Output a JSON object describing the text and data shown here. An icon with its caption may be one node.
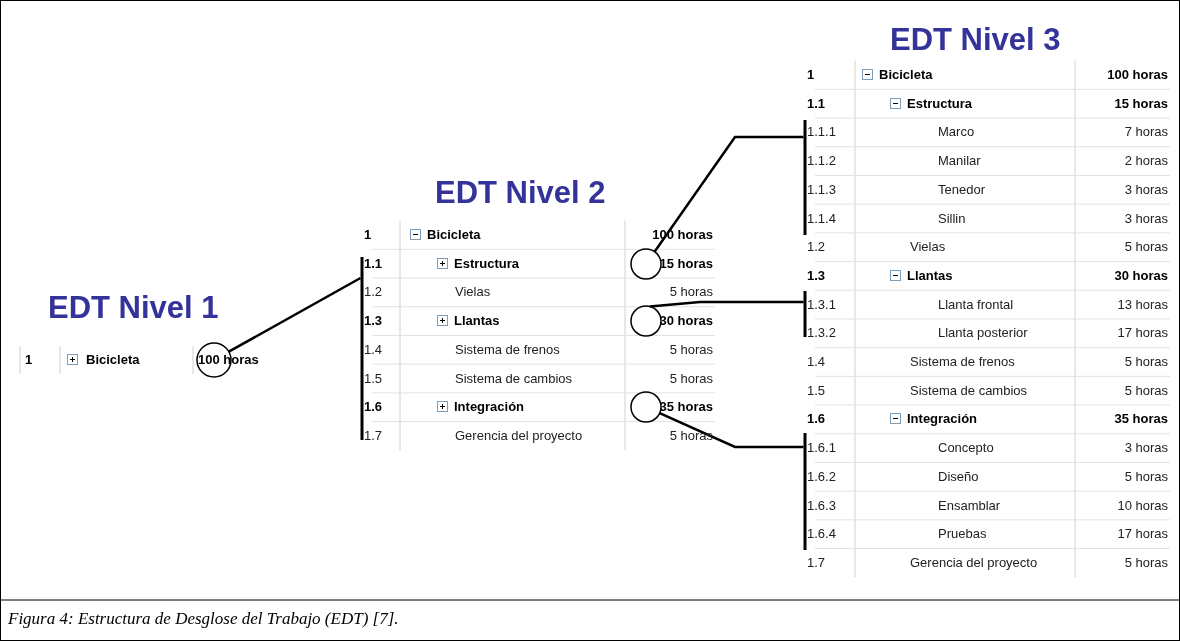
{
  "diagram": {
    "caption": "Figura 4: Estructura de Desglose del Trabajo (EDT) [7].",
    "nodes": [
      {
        "text": [],
        "shape": "circle"
      },
      {
        "text": [],
        "shape": "bar"
      },
      {
        "text": [],
        "shape": "circle"
      },
      {
        "text": [],
        "shape": "circle"
      },
      {
        "text": [],
        "shape": "circle"
      },
      {
        "text": [],
        "shape": "bar"
      },
      {
        "text": [],
        "shape": "bar"
      },
      {
        "text": [],
        "shape": "bar"
      }
    ],
    "edges": [
      {
        "from": 0,
        "to": 1,
        "arrow": "none"
      },
      {
        "from": 2,
        "to": 5,
        "arrow": "none"
      },
      {
        "from": 3,
        "to": 6,
        "arrow": "none"
      },
      {
        "from": 4,
        "to": 7,
        "arrow": "none"
      }
    ],
    "labels": [
      "EDT Nivel 1",
      "1",
      "Bicicleta",
      "100 horas",
      "EDT Nivel 2",
      "1",
      "Bicicleta",
      "100 horas",
      "1.1",
      "Estructura",
      "15 horas",
      "1.2",
      "Vielas",
      "5 horas",
      "1.3",
      "Llantas",
      "30 horas",
      "1.4",
      "Sistema de frenos",
      "5 horas",
      "1.5",
      "Sistema de cambios",
      "5 horas",
      "1.6",
      "Integración",
      "35 horas",
      "1.7",
      "Gerencia del proyecto",
      "5 horas",
      "EDT Nivel 3",
      "1",
      "Bicicleta",
      "100 horas",
      "1.1",
      "Estructura",
      "15 horas",
      "1.1.1",
      "Marco",
      "7 horas",
      "1.1.2",
      "Manilar",
      "2 horas",
      "1.1.3",
      "Tenedor",
      "3 horas",
      "1.1.4",
      "Sillin",
      "3 horas",
      "1.2",
      "Vielas",
      "5 horas",
      "1.3",
      "Llantas",
      "30 horas",
      "1.3.1",
      "Llanta frontal",
      "13 horas",
      "1.3.2",
      "Llanta posterior",
      "17 horas",
      "1.4",
      "Sistema de frenos",
      "5 horas",
      "1.5",
      "Sistema de cambios",
      "5 horas",
      "1.6",
      "Integración",
      "35 horas",
      "1.6.1",
      "Concepto",
      "3 horas",
      "1.6.2",
      "Diseño",
      "5 horas",
      "1.6.3",
      "Ensamblar",
      "10 horas",
      "1.6.4",
      "Pruebas",
      "17 horas",
      "1.7",
      "Gerencia del proyecto",
      "5 horas"
    ]
  }
}
